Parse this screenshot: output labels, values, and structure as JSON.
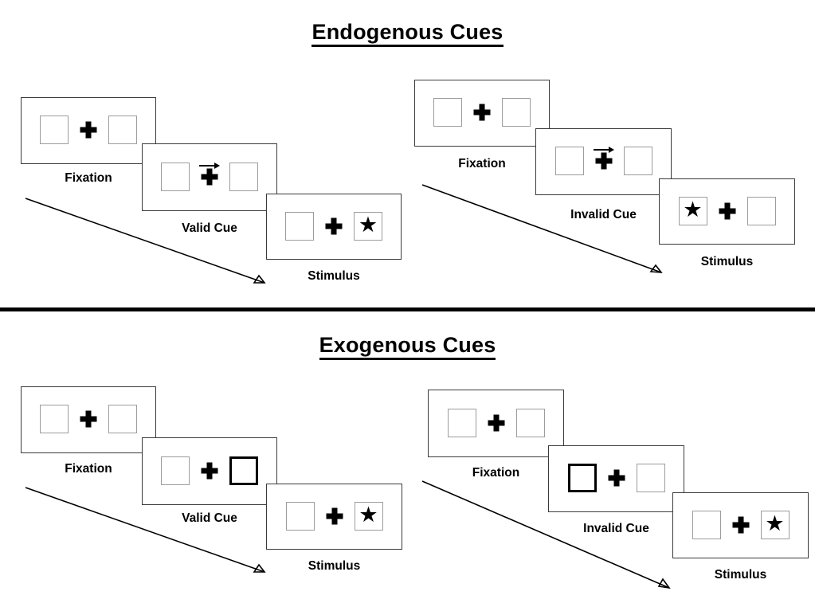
{
  "figure": {
    "title_endogenous": "Endogenous Cues",
    "title_exogenous": "Exogenous Cues",
    "caption_fixation": "Fixation",
    "caption_valid": "Valid Cue",
    "caption_invalid": "Invalid Cue",
    "caption_stimulus": "Stimulus",
    "star_glyph": "★",
    "colors": {
      "ink": "#000000",
      "panel_border": "#3a3a3a",
      "box_border": "#9c9c9c",
      "cue_box_border": "#000000",
      "background": "#ffffff"
    }
  },
  "sections": [
    {
      "id": "endogenous",
      "title": "Endogenous Cues",
      "cue_type": "arrow",
      "sequences": [
        {
          "id": "endogenous-valid",
          "validity": "valid",
          "cue_caption": "Valid Cue",
          "panels": [
            {
              "id": "endogenous-valid-fixation",
              "caption": "Fixation",
              "left_box": {
                "cued": false,
                "star": false
              },
              "right_box": {
                "cued": false,
                "star": false
              },
              "arrow_cue": false
            },
            {
              "id": "endogenous-valid-cue",
              "caption": "Valid Cue",
              "left_box": {
                "cued": false,
                "star": false
              },
              "right_box": {
                "cued": false,
                "star": false
              },
              "arrow_cue": true,
              "arrow_direction": "right"
            },
            {
              "id": "endogenous-valid-stimulus",
              "caption": "Stimulus",
              "left_box": {
                "cued": false,
                "star": false
              },
              "right_box": {
                "cued": false,
                "star": true
              },
              "arrow_cue": false
            }
          ]
        },
        {
          "id": "endogenous-invalid",
          "validity": "invalid",
          "cue_caption": "Invalid Cue",
          "panels": [
            {
              "id": "endogenous-invalid-fixation",
              "caption": "Fixation",
              "left_box": {
                "cued": false,
                "star": false
              },
              "right_box": {
                "cued": false,
                "star": false
              },
              "arrow_cue": false
            },
            {
              "id": "endogenous-invalid-cue",
              "caption": "Invalid Cue",
              "left_box": {
                "cued": false,
                "star": false
              },
              "right_box": {
                "cued": false,
                "star": false
              },
              "arrow_cue": true,
              "arrow_direction": "right"
            },
            {
              "id": "endogenous-invalid-stimulus",
              "caption": "Stimulus",
              "left_box": {
                "cued": false,
                "star": true
              },
              "right_box": {
                "cued": false,
                "star": false
              },
              "arrow_cue": false
            }
          ]
        }
      ]
    },
    {
      "id": "exogenous",
      "title": "Exogenous Cues",
      "cue_type": "peripheral-box",
      "sequences": [
        {
          "id": "exogenous-valid",
          "validity": "valid",
          "cue_caption": "Valid Cue",
          "panels": [
            {
              "id": "exogenous-valid-fixation",
              "caption": "Fixation",
              "left_box": {
                "cued": false,
                "star": false
              },
              "right_box": {
                "cued": false,
                "star": false
              },
              "arrow_cue": false
            },
            {
              "id": "exogenous-valid-cue",
              "caption": "Valid Cue",
              "left_box": {
                "cued": false,
                "star": false
              },
              "right_box": {
                "cued": true,
                "star": false
              },
              "arrow_cue": false
            },
            {
              "id": "exogenous-valid-stimulus",
              "caption": "Stimulus",
              "left_box": {
                "cued": false,
                "star": false
              },
              "right_box": {
                "cued": false,
                "star": true
              },
              "arrow_cue": false
            }
          ]
        },
        {
          "id": "exogenous-invalid",
          "validity": "invalid",
          "cue_caption": "Invalid Cue",
          "panels": [
            {
              "id": "exogenous-invalid-fixation",
              "caption": "Fixation",
              "left_box": {
                "cued": false,
                "star": false
              },
              "right_box": {
                "cued": false,
                "star": false
              },
              "arrow_cue": false
            },
            {
              "id": "exogenous-invalid-cue",
              "caption": "Invalid Cue",
              "left_box": {
                "cued": true,
                "star": false
              },
              "right_box": {
                "cued": false,
                "star": false
              },
              "arrow_cue": false
            },
            {
              "id": "exogenous-invalid-stimulus",
              "caption": "Stimulus",
              "left_box": {
                "cued": false,
                "star": false
              },
              "right_box": {
                "cued": false,
                "star": true
              },
              "arrow_cue": false
            }
          ]
        }
      ]
    }
  ]
}
